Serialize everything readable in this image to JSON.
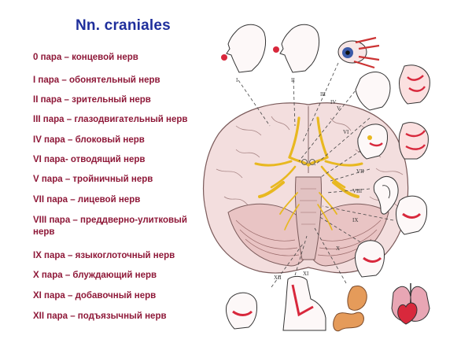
{
  "title": "Nn. craniales",
  "nerves": [
    {
      "label": "0 пара – концевой нерв"
    },
    {
      "label": "I пара – обонятельный нерв"
    },
    {
      "label": "II пара – зрительный нерв"
    },
    {
      "label": "III пара – глазодвигательный нерв"
    },
    {
      "label": "IV пара – блоковый нерв"
    },
    {
      "label": "VI пара- отводящий нерв"
    },
    {
      "label": "V пара – тройничный нерв"
    },
    {
      "label": "VII пара – лицевой нерв"
    },
    {
      "label": "VIII пара – преддверно-улитковый нерв"
    },
    {
      "label": "IX пара – языкоглоточный нерв"
    },
    {
      "label": "X пара – блуждающий нерв"
    },
    {
      "label": "XI пара – добавочный нерв"
    },
    {
      "label": "XII пара – подъязычный нерв"
    }
  ],
  "diagram_labels": [
    "I",
    "II",
    "III",
    "IV",
    "V",
    "VI",
    "VII",
    "VIII",
    "IX",
    "X",
    "XI",
    "XII"
  ],
  "colors": {
    "title": "#1f2f9c",
    "list_text": "#8e1838",
    "brain_fill": "#f3dede",
    "brain_outline": "#7a5a5a",
    "nerve_yellow": "#e8b820",
    "organ_red": "#d8283c"
  }
}
